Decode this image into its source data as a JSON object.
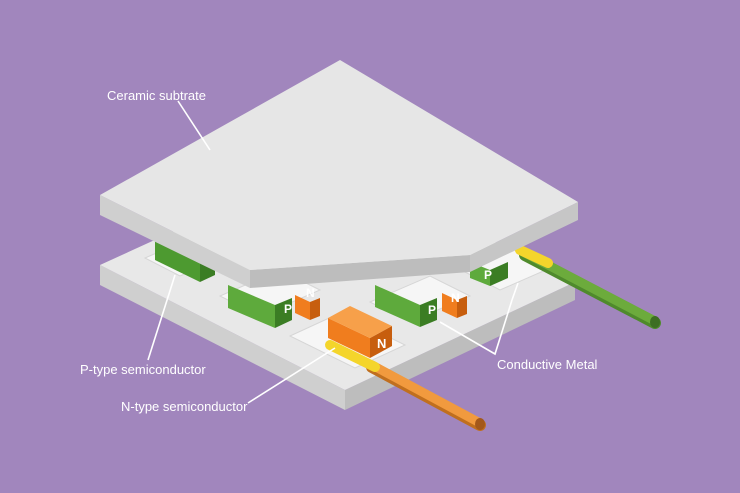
{
  "labels": {
    "ceramic": "Ceramic subtrate",
    "p_type": "P-type semiconductor",
    "n_type": "N-type semiconductor",
    "conductive_metal": "Conductive Metal"
  },
  "pellets": {
    "p_letter": "P",
    "n_letter": "N"
  },
  "colors": {
    "background": "#a186bd",
    "ceramic_top": "#e6e6e6",
    "ceramic_side": "#cfcfcf",
    "p_type": "#5eaa3c",
    "n_type": "#f07d1e",
    "wire_green": "#6cab3c",
    "wire_orange": "#f19a3e",
    "conductor": "#f4d52b"
  }
}
